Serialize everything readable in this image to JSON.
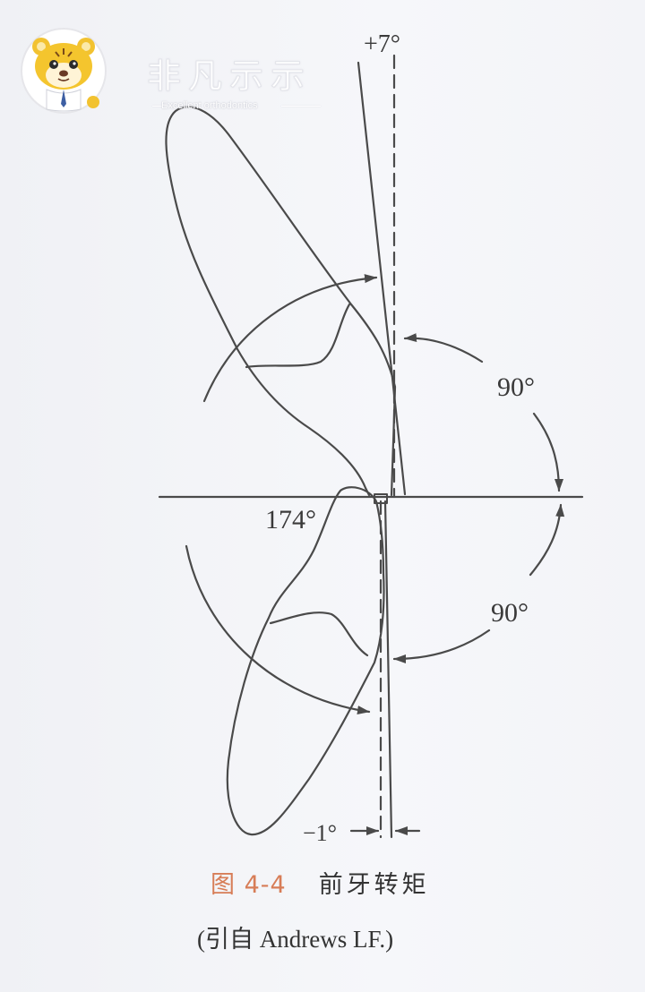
{
  "watermark": {
    "brand_cn": "非凡示示",
    "brand_en": "Excellent orthodontics"
  },
  "diagram": {
    "labels": {
      "upper_incisor_angle": "+7°",
      "upper_right_angle": "90°",
      "lower_right_angle": "90°",
      "interincisal_angle": "174°",
      "lower_incisor_angle": "−1°"
    }
  },
  "caption": {
    "figure_number": "图 4-4",
    "title": "前牙转矩",
    "source": "(引自 Andrews LF.)"
  },
  "colors": {
    "line": "#4a4a4a",
    "caption_accent": "#d77d57",
    "background": "#f4f5f9"
  }
}
